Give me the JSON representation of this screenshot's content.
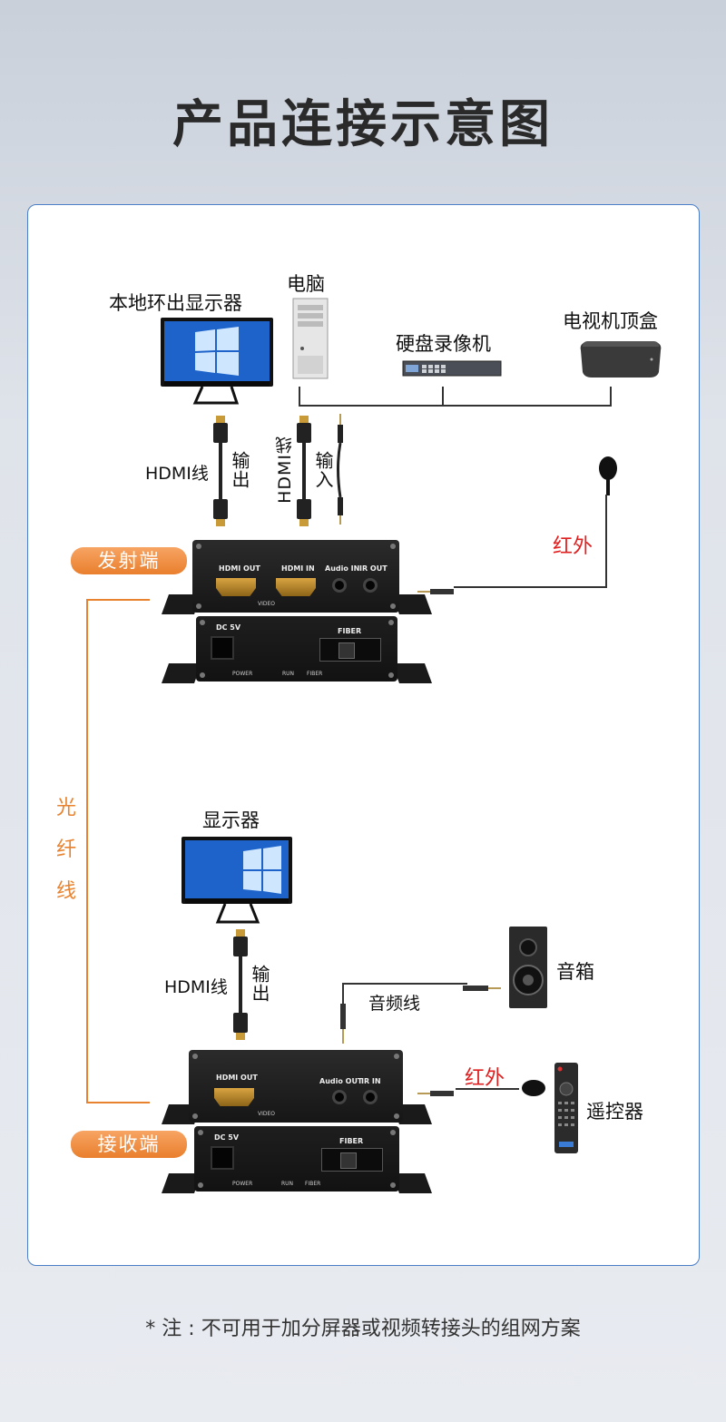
{
  "title": "产品连接示意图",
  "sources": {
    "loop_monitor": "本地环出显示器",
    "pc": "电脑",
    "dvr": "硬盘录像机",
    "stb": "电视机顶盒"
  },
  "tx_cables": {
    "hdmi_out_cable": "HDMI线",
    "out_label": "输出",
    "hdmi_in_cable": "HDMI线",
    "in_label": "输入",
    "ir_label": "红外"
  },
  "transmitter": {
    "badge": "发射端",
    "ports": {
      "hdmi_out": "HDMI OUT",
      "hdmi_in": "HDMI IN",
      "audio_in": "Audio IN",
      "ir_out": "IR OUT",
      "video": "VIDEO",
      "dc": "DC 5V",
      "fiber": "FIBER",
      "power": "POWER",
      "run": "RUN",
      "fiber_led": "FIBER"
    }
  },
  "fiber_label": [
    "光",
    "纤",
    "线"
  ],
  "receiver_side": {
    "monitor": "显示器",
    "hdmi_cable": "HDMI线",
    "out_label": "输出",
    "speaker": "音箱",
    "audio_cable": "音频线",
    "ir_label": "红外",
    "remote": "遥控器"
  },
  "receiver": {
    "badge": "接收端",
    "ports": {
      "hdmi_out": "HDMI OUT",
      "audio_out": "Audio OUT",
      "ir_in": "IR IN",
      "video": "VIDEO",
      "dc": "DC 5V",
      "fiber": "FIBER",
      "power": "POWER",
      "run": "RUN",
      "fiber_led": "FIBER"
    }
  },
  "footnote": "* 注 : 不可用于加分屏器或视频转接头的组网方案",
  "colors": {
    "accent_orange": "#e97f2d",
    "ir_red": "#e02020",
    "panel_border": "#4a7fc8"
  }
}
